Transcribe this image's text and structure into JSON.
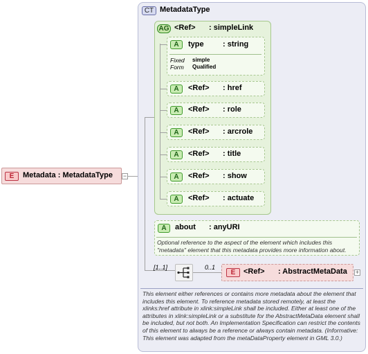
{
  "root_element": {
    "badge": "E",
    "label": "Metadata : MetadataType"
  },
  "complex_type": {
    "badge": "CT",
    "title": "MetadataType"
  },
  "attribute_group": {
    "badge": "AG",
    "ref": "<Ref>",
    "name": ": simpleLink"
  },
  "type_attribute": {
    "badge": "A",
    "name": "type",
    "type": ": string",
    "fixed_label": "Fixed",
    "fixed_value": "simple",
    "form_label": "Form",
    "form_value": "Qualified"
  },
  "ref_attributes": [
    {
      "badge": "A",
      "ref": "<Ref>",
      "name": ": href"
    },
    {
      "badge": "A",
      "ref": "<Ref>",
      "name": ": role"
    },
    {
      "badge": "A",
      "ref": "<Ref>",
      "name": ": arcrole"
    },
    {
      "badge": "A",
      "ref": "<Ref>",
      "name": ": title"
    },
    {
      "badge": "A",
      "ref": "<Ref>",
      "name": ": show"
    },
    {
      "badge": "A",
      "ref": "<Ref>",
      "name": ": actuate"
    }
  ],
  "about_attribute": {
    "badge": "A",
    "name": "about",
    "type": ": anyURI",
    "description": "Optional reference to the aspect of the element which includes this \"metadata\" element that this metadata provides more information about."
  },
  "sequence": {
    "multiplicity": "[1..1]"
  },
  "child_element": {
    "multiplicity": "0..1",
    "badge": "E",
    "ref": "<Ref>",
    "name": ": AbstractMetaData"
  },
  "type_description": "This element either references or contains more metadata about the element that includes this element. To reference metadata stored remotely, at least the xlinks:href attribute in xlink:simpleLink shall be included. Either at least one of the attributes in xlink:simpleLink or a substitute for the AbstractMetaData element shall be included, but not both. An Implementation Specification can restrict the contents of this element to always be a reference or always contain metadata. (Informative: This element was adapted from the metaDataProperty element in GML 3.0.)",
  "colors": {
    "element_fill": "#f6dcdc",
    "complex_type_fill": "#ecedf5",
    "attribute_group_fill": "#e6f2dc",
    "attribute_fill": "#f4faef"
  }
}
